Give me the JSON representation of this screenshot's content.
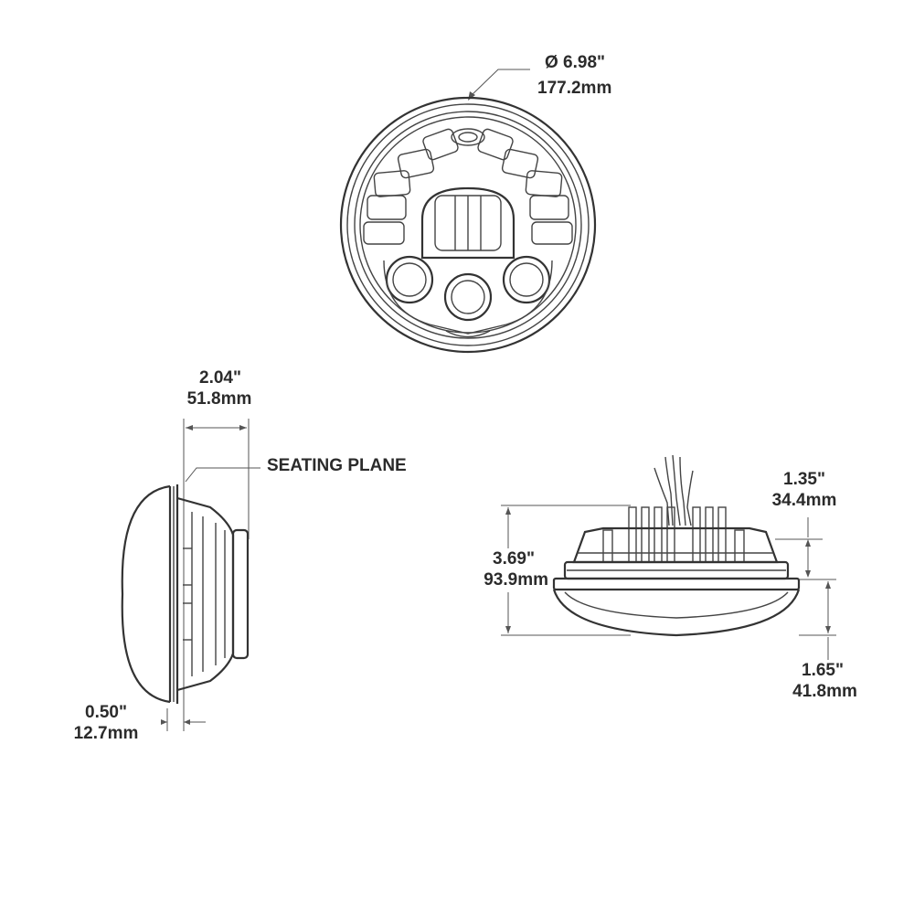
{
  "front_view": {
    "diameter_inch": "Ø 6.98\"",
    "diameter_mm": "177.2mm"
  },
  "side_view": {
    "depth_inch": "2.04\"",
    "depth_mm": "51.8mm",
    "seating_plane": "SEATING PLANE",
    "lens_inch": "0.50\"",
    "lens_mm": "12.7mm"
  },
  "bottom_view": {
    "upper_inch": "1.35\"",
    "upper_mm": "34.4mm",
    "height_inch": "3.69\"",
    "height_mm": "93.9mm",
    "lower_inch": "1.65\"",
    "lower_mm": "41.8mm"
  }
}
